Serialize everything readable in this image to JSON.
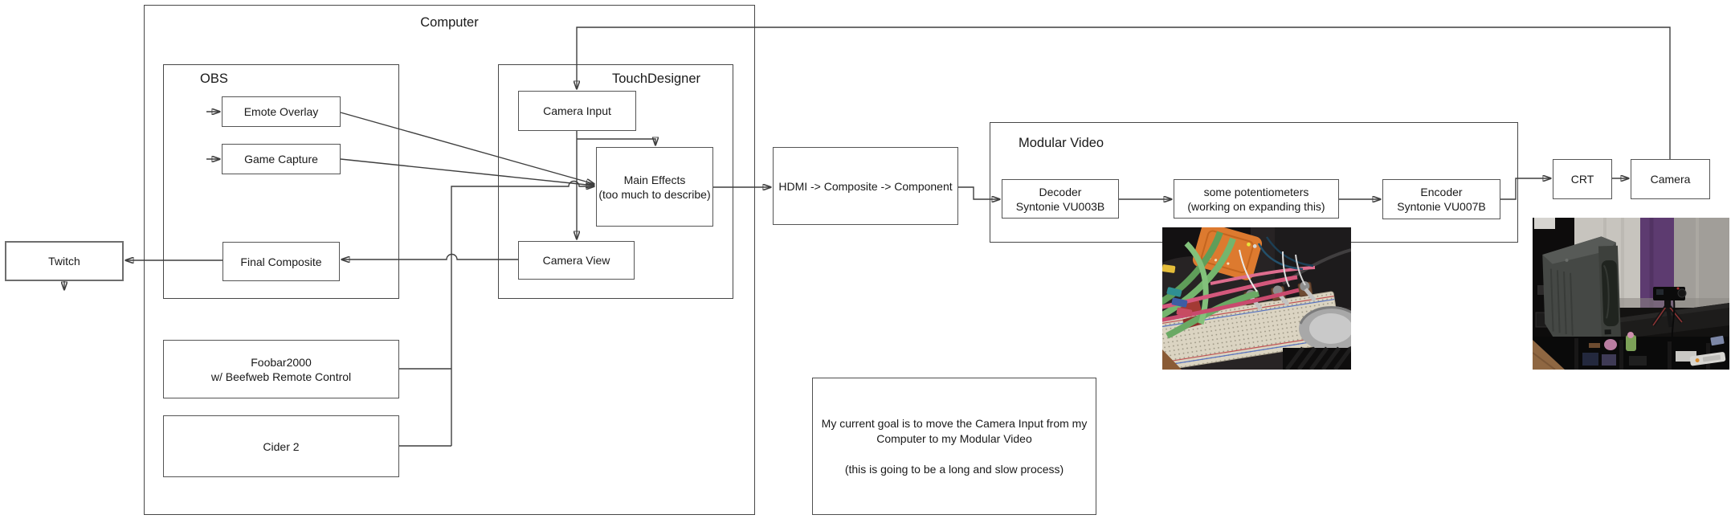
{
  "colors": {
    "wire": "#3f3f3f",
    "box_border": "#555555",
    "arrowhead": "#111111",
    "canvas_bg": "#ffffff",
    "flag_purple": "#5d3b70",
    "device_orange": "#dd7a2f"
  },
  "groups": {
    "computer": "Computer",
    "obs": "OBS",
    "touchdesigner": "TouchDesigner",
    "modular_video": "Modular Video"
  },
  "nodes": {
    "emote_overlay": "Emote Overlay",
    "game_capture": "Game Capture",
    "final_composite": "Final Composite",
    "camera_input": "Camera Input",
    "main_effects": {
      "line1": "Main Effects",
      "line2": "(too much to describe)"
    },
    "camera_view": "Camera View",
    "twitch": "Twitch",
    "foobar2000": {
      "line1": "Foobar2000",
      "line2": "w/ Beefweb Remote Control"
    },
    "cider2": "Cider 2",
    "hdmi_chain": "HDMI -> Composite -> Component",
    "decoder": {
      "line1": "Decoder",
      "line2": "Syntonie VU003B"
    },
    "potentiometers": {
      "line1": "some potentiometers",
      "line2": "(working on expanding this)"
    },
    "encoder": {
      "line1": "Encoder",
      "line2": "Syntonie VU007B"
    },
    "crt": "CRT",
    "camera": "Camera"
  },
  "note": {
    "line1": "My current goal is to move the Camera Input from my Computer to my Modular Video",
    "line2": "(this is going to be a long and slow process)"
  }
}
